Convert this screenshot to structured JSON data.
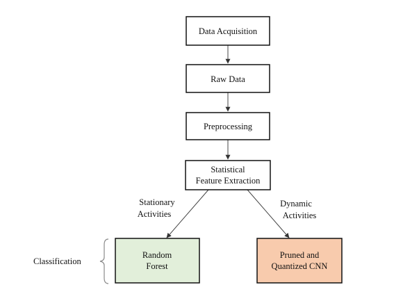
{
  "nodes": {
    "data_acquisition": {
      "lines": [
        "Data Acquisition"
      ],
      "fill": "#ffffff"
    },
    "raw_data": {
      "lines": [
        "Raw Data"
      ],
      "fill": "#ffffff"
    },
    "preprocessing": {
      "lines": [
        "Preprocessing"
      ],
      "fill": "#ffffff"
    },
    "feature_extraction": {
      "lines": [
        "Statistical",
        "Feature Extraction"
      ],
      "fill": "#ffffff"
    },
    "random_forest": {
      "lines": [
        "Random",
        "Forest"
      ],
      "fill": "#e2efda"
    },
    "pruned_cnn": {
      "lines": [
        "Pruned and",
        "Quantized CNN"
      ],
      "fill": "#f8cbad"
    }
  },
  "edges": {
    "stationary": {
      "lines": [
        "Stationary",
        "Activities"
      ]
    },
    "dynamic": {
      "lines": [
        "Dynamic",
        "Activities"
      ]
    }
  },
  "group": {
    "label": "Classification"
  },
  "colors": {
    "stroke": "#111111",
    "arrow": "#555555",
    "bracket": "#888888"
  }
}
